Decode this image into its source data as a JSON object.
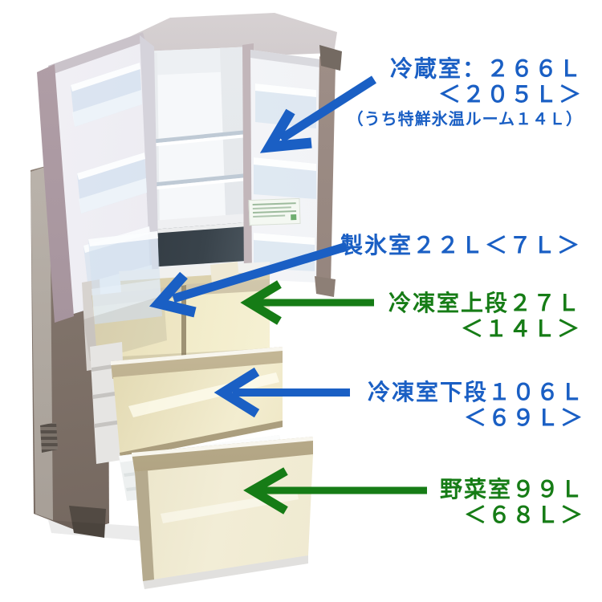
{
  "annotation_colors": {
    "blue": "#1a5fc4",
    "green": "#167c16"
  },
  "labels": {
    "fridge_room": {
      "line1": "冷蔵室：２６６Ｌ",
      "line2": "＜２０５Ｌ＞",
      "line3": "（うち特鮮氷温ルーム１４Ｌ）"
    },
    "ice_room": {
      "line1": "製氷室２２Ｌ＜７Ｌ＞"
    },
    "freezer_upper": {
      "line1": "冷凍室上段２７Ｌ",
      "line2": "＜１４Ｌ＞"
    },
    "freezer_lower": {
      "line1": "冷凍室下段１０６Ｌ",
      "line2": "＜６９Ｌ＞"
    },
    "vegetable_room": {
      "line1": "野菜室９９Ｌ",
      "line2": "＜６８Ｌ＞"
    }
  }
}
